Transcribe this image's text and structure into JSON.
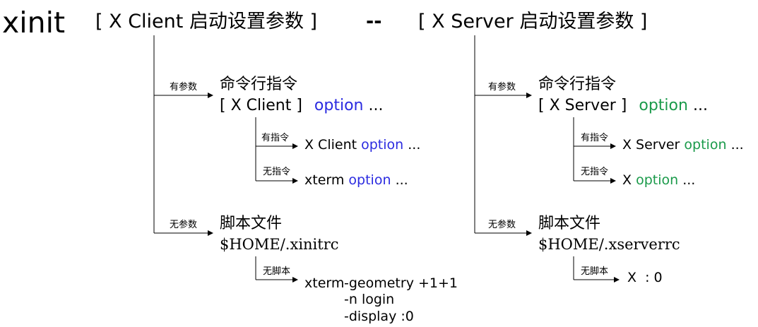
{
  "title": {
    "program": "xinit",
    "left_header": "[ X Client 启动设置参数 ]",
    "separator": "--",
    "right_header": "[ X Server 启动设置参数 ]"
  },
  "colors": {
    "client_option": "#2b2be0",
    "server_option": "#1a9a4a",
    "line": "#000000"
  },
  "client": {
    "branch_with_args": "有参数",
    "cmd_title": "命令行指令",
    "cmd_syntax_prefix": "[ X Client ]",
    "cmd_option": "option",
    "cmd_ellipsis": "...",
    "has_cmd_label": "有指令",
    "has_cmd_prefix": "X Client",
    "has_cmd_option": "option",
    "has_cmd_ellipsis": "...",
    "no_cmd_label": "无指令",
    "no_cmd_prefix": "xterm",
    "no_cmd_option": "option",
    "no_cmd_ellipsis": "...",
    "branch_no_args": "无参数",
    "script_title": "脚本文件",
    "script_path": "$HOME/.xinitrc",
    "no_script_label": "无脚本",
    "default_cmd": "xterm",
    "default_args": [
      "-geometry +1+1",
      "-n login",
      "-display :0"
    ]
  },
  "server": {
    "branch_with_args": "有参数",
    "cmd_title": "命令行指令",
    "cmd_syntax_prefix": "[ X Server ]",
    "cmd_option": "option",
    "cmd_ellipsis": "...",
    "has_cmd_label": "有指令",
    "has_cmd_prefix": "X Server",
    "has_cmd_option": "option",
    "has_cmd_ellipsis": "...",
    "no_cmd_label": "无指令",
    "no_cmd_prefix": "X",
    "no_cmd_option": "option",
    "no_cmd_ellipsis": "...",
    "branch_no_args": "无参数",
    "script_title": "脚本文件",
    "script_path": "$HOME/.xserverrc",
    "no_script_label": "无脚本",
    "default_cmd": "X  : 0"
  }
}
